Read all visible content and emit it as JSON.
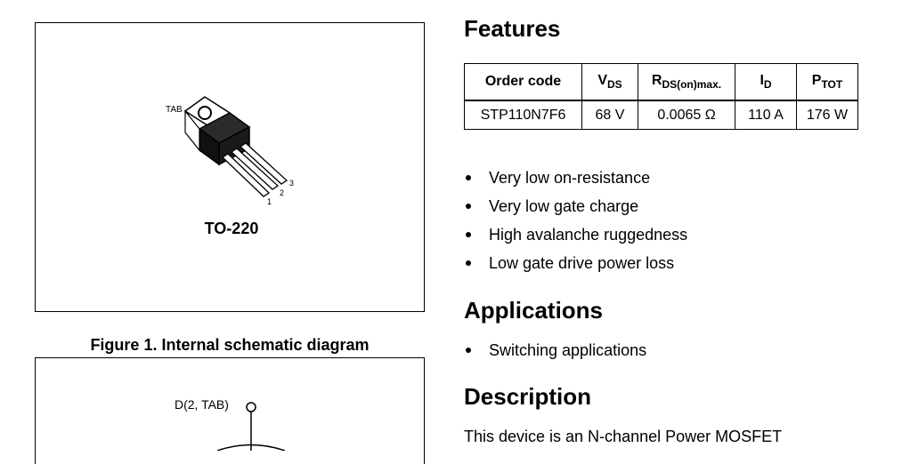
{
  "package": {
    "name": "TO-220",
    "tab_label": "TAB",
    "pin_labels": [
      "1",
      "2",
      "3"
    ]
  },
  "figure": {
    "caption": "Figure 1. Internal schematic diagram",
    "drain_label": "D(2, TAB)"
  },
  "features": {
    "heading": "Features",
    "table": {
      "headers": {
        "order_code": "Order code",
        "vds_main": "V",
        "vds_sub": "DS",
        "rds_main": "R",
        "rds_sub": "DS(on)max.",
        "id_main": "I",
        "id_sub": "D",
        "ptot_main": "P",
        "ptot_sub": "TOT"
      },
      "row": {
        "order_code": "STP110N7F6",
        "vds": "68 V",
        "rds": "0.0065 Ω",
        "id": "110 A",
        "ptot": "176 W"
      }
    },
    "items": [
      "Very low on-resistance",
      "Very low gate charge",
      "High avalanche ruggedness",
      "Low gate drive power loss"
    ]
  },
  "applications": {
    "heading": "Applications",
    "items": [
      "Switching applications"
    ]
  },
  "description": {
    "heading": "Description",
    "text": "This device is an N-channel Power MOSFET"
  }
}
